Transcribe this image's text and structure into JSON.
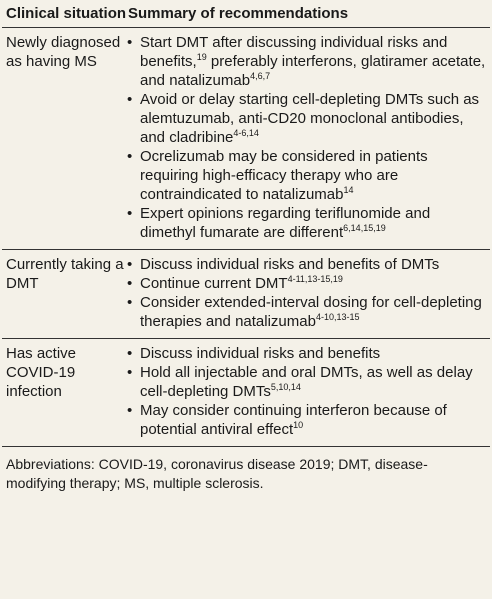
{
  "table": {
    "headers": [
      "Clinical situation",
      "Summary of recommendations"
    ],
    "rows": [
      {
        "situation": "Newly diagnosed as having MS",
        "items": [
          {
            "text": "Start DMT after discussing individual risks and benefits,",
            "sup": "19",
            "text2": " preferably interferons, glatiramer acetate, and natalizumab",
            "sup2": "4,6,7"
          },
          {
            "text": "Avoid or delay starting cell-depleting DMTs such as alemtuzumab, anti-CD20 monoclonal antibodies, and cladribine",
            "sup": "4-6,14"
          },
          {
            "text": "Ocrelizumab may be considered in patients requiring high-efficacy therapy who are contraindicated to natalizumab",
            "sup": "14"
          },
          {
            "text": "Expert opinions regarding teriflunomide and dimethyl fumarate are different",
            "sup": "6,14,15,19"
          }
        ]
      },
      {
        "situation": "Currently taking a DMT",
        "items": [
          {
            "text": "Discuss individual risks and benefits of DMTs"
          },
          {
            "text": "Continue current DMT",
            "sup": "4-11,13-15,19"
          },
          {
            "text": "Consider extended-interval dosing for cell-depleting therapies and natalizumab",
            "sup": "4-10,13-15"
          }
        ]
      },
      {
        "situation": "Has active COVID-19 infection",
        "items": [
          {
            "text": "Discuss individual risks and benefits"
          },
          {
            "text": "Hold all injectable and oral DMTs, as well as delay cell-depleting DMTs",
            "sup": "5,10,14"
          },
          {
            "text": "May consider continuing interferon because of potential antiviral effect",
            "sup": "10"
          }
        ]
      }
    ]
  },
  "footnote": "Abbreviations: COVID-19, coronavirus disease 2019; DMT, disease-modifying therapy; MS, multiple sclerosis."
}
